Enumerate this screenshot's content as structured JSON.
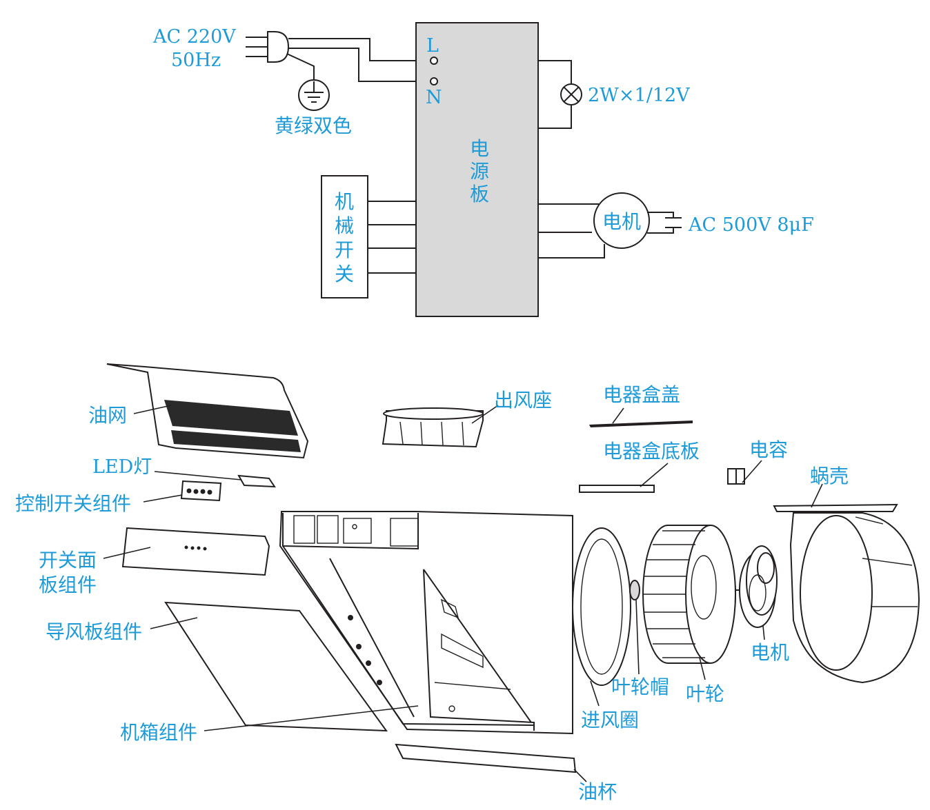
{
  "colors": {
    "label": "#1e9bd7",
    "line": "#231f20",
    "board": "#d9d9d9"
  },
  "wiring": {
    "supply_voltage": "AC 220V",
    "supply_freq": "50Hz",
    "ground_label": "黄绿双色",
    "terminal_L": "L",
    "terminal_N": "N",
    "board_label": [
      "电",
      "源",
      "板"
    ],
    "switch_label": [
      "机",
      "械",
      "开",
      "关"
    ],
    "lamp_label": "2W×1/12V",
    "motor_label": "电机",
    "capacitor_label": "AC 500V 8μF"
  },
  "parts": {
    "oil_net": "油网",
    "led_lamp": "LED灯",
    "control_switch": "控制开关组件",
    "switch_panel_1": "开关面",
    "switch_panel_2": "板组件",
    "air_guide": "导风板组件",
    "cabinet": "机箱组件",
    "outlet_seat": "出风座",
    "box_cover": "电器盒盖",
    "box_base": "电器盒底板",
    "capacitor": "电容",
    "volute": "蜗壳",
    "inlet_ring": "进风圈",
    "impeller_cap": "叶轮帽",
    "impeller": "叶轮",
    "motor": "电机",
    "oil_cup": "油杯"
  }
}
